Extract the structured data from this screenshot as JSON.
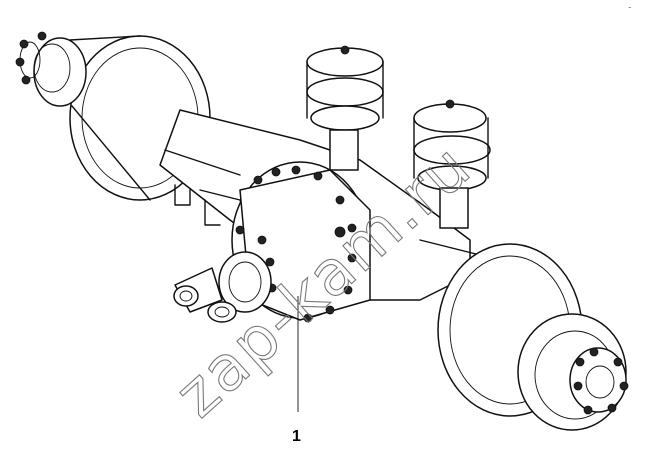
{
  "diagram": {
    "callouts": [
      {
        "label": "1"
      }
    ],
    "corner_mark": "ᐨ",
    "watermark": "zap-kam.ru"
  },
  "colors": {
    "line": "#111111",
    "background": "#ffffff",
    "watermark": "#7a7a7a"
  }
}
